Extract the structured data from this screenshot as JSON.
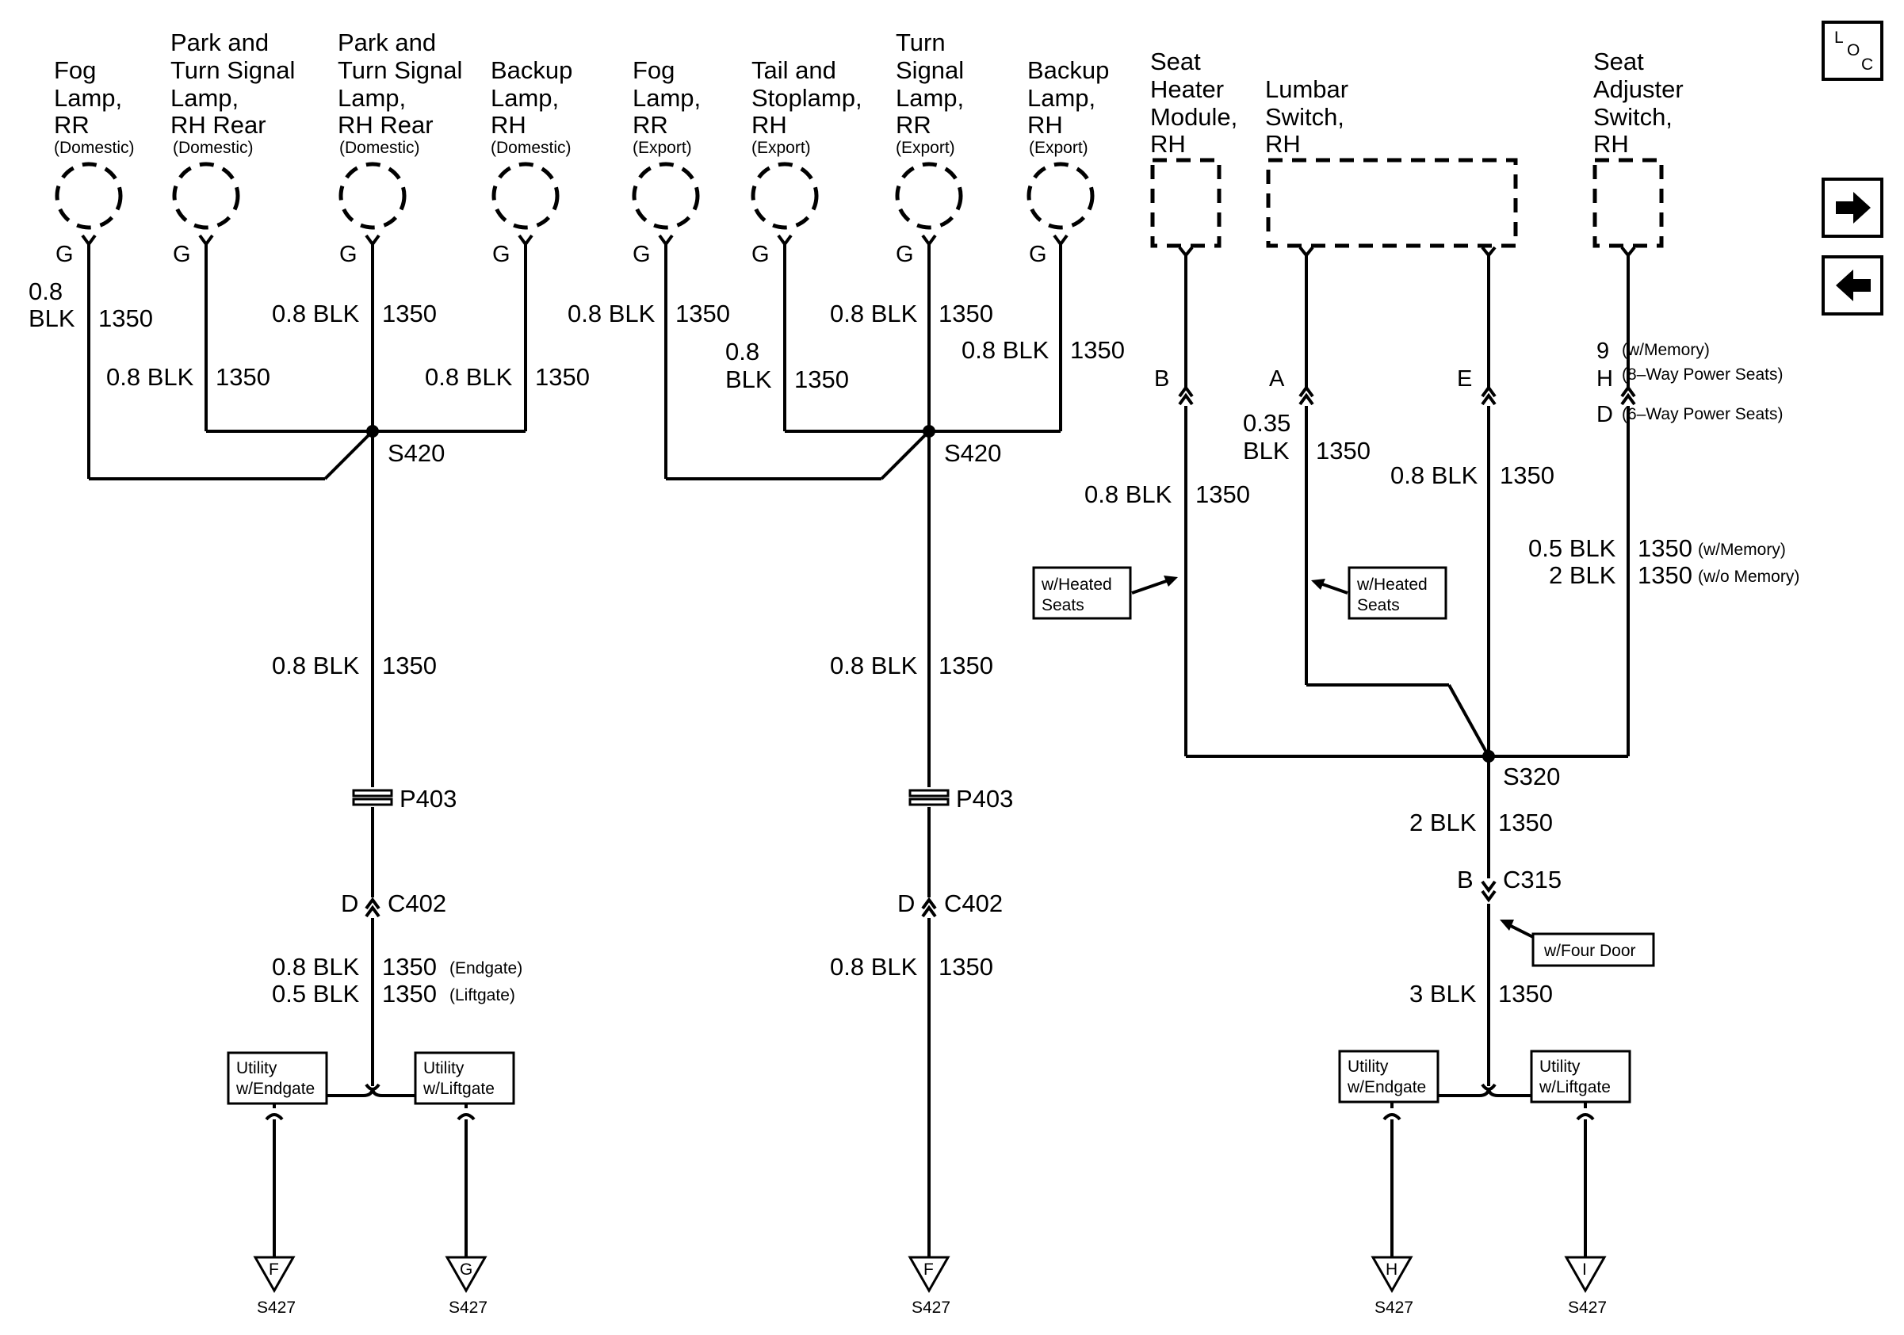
{
  "components": [
    {
      "lines": [
        "Fog",
        "Lamp,",
        "RR"
      ],
      "variant": "(Domestic)"
    },
    {
      "lines": [
        "Park and",
        "Turn Signal",
        "Lamp,",
        "RH Rear"
      ],
      "variant": "(Domestic)"
    },
    {
      "lines": [
        "Park and",
        "Turn Signal",
        "Lamp,",
        "RH Rear"
      ],
      "variant": "(Domestic)"
    },
    {
      "lines": [
        "Backup",
        "Lamp,",
        "RH"
      ],
      "variant": "(Domestic)"
    },
    {
      "lines": [
        "Fog",
        "Lamp,",
        "RR"
      ],
      "variant": "(Export)"
    },
    {
      "lines": [
        "Tail and",
        "Stoplamp,",
        "RH"
      ],
      "variant": "(Export)"
    },
    {
      "lines": [
        "Turn",
        "Signal",
        "Lamp,",
        "RR"
      ],
      "variant": "(Export)"
    },
    {
      "lines": [
        "Backup",
        "Lamp,",
        "RH"
      ],
      "variant": "(Export)"
    },
    {
      "lines": [
        "Seat",
        "Heater",
        "Module,",
        "RH"
      ],
      "variant": ""
    },
    {
      "lines": [
        "Lumbar",
        "Switch,",
        "RH"
      ],
      "variant": ""
    },
    {
      "lines": [
        "Seat",
        "Adjuster",
        "Switch,",
        "RH"
      ],
      "variant": ""
    }
  ],
  "pins": {
    "g": "G",
    "b": "B",
    "a": "A",
    "e": "E",
    "d": "D",
    "h": "H",
    "nine": "9",
    "note_memory": "(w/Memory)",
    "note_8way": "(8–Way Power Seats)",
    "note_6way": "(6–Way Power Seats)"
  },
  "wires": {
    "size_08": "0.8",
    "size_035": "0.35",
    "blk": "BLK",
    "w08": "0.8 BLK",
    "w05": "0.5 BLK",
    "w2": "2 BLK",
    "w3": "3 BLK",
    "circuit": "1350",
    "note_endgate": "(Endgate)",
    "note_liftgate": "(Liftgate)",
    "note_w_memory": "(w/Memory)",
    "note_wo_memory": "(w/o Memory)"
  },
  "splices": {
    "s420": "S420",
    "s320": "S320"
  },
  "connectors": {
    "p403": "P403",
    "c402": "C402",
    "c315": "C315"
  },
  "notes": {
    "heated_1": "w/Heated",
    "heated_2": "Seats",
    "four_door": "w/Four Door",
    "utility": "Utility",
    "w_endgate": "w/Endgate",
    "w_liftgate": "w/Liftgate"
  },
  "grounds": {
    "f": "F",
    "g": "G",
    "h": "H",
    "i": "I",
    "ref": "S427"
  },
  "nav": {
    "loc_l": "L",
    "loc_o": "O",
    "loc_c": "C",
    "next_icon": "arrow-right-icon",
    "prev_icon": "arrow-left-icon"
  }
}
